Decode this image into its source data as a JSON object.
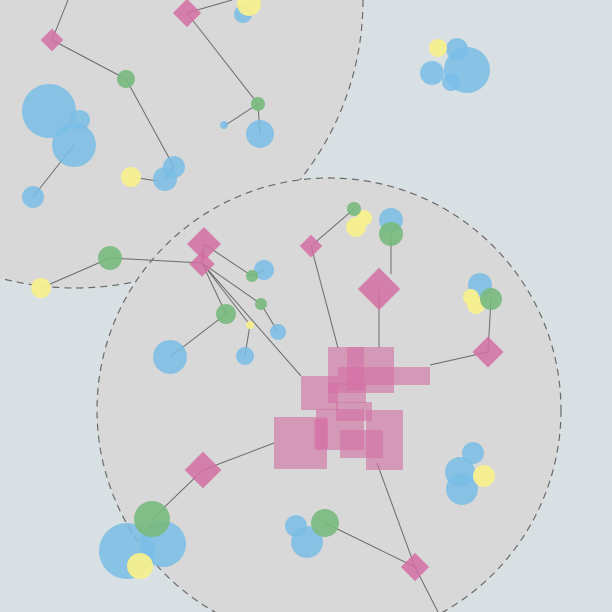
{
  "colors": {
    "background": "#d9e0e3",
    "cluster_fill": "#d8d8d8",
    "cluster_stroke": "#6b6b6b",
    "edge": "#6a6a6a",
    "pink": "#d36fa4",
    "blue": "#79bde6",
    "green": "#79b97d",
    "yellow": "#f7ef8e"
  },
  "diagram": {
    "clusters": [
      {
        "id": "cluster-top-left",
        "kind": "dashed-circle"
      },
      {
        "id": "cluster-center",
        "kind": "dashed-circle"
      }
    ],
    "node_groups": [
      {
        "id": "group-top-right",
        "kind": "bubble-group"
      }
    ]
  }
}
